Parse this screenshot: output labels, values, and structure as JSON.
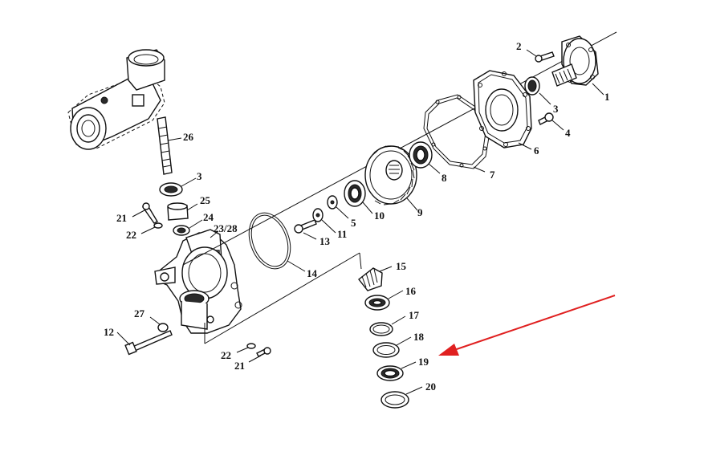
{
  "labels": {
    "l1": "1",
    "l2": "2",
    "l3a": "3",
    "l3b": "3",
    "l4": "4",
    "l5": "5",
    "l6": "6",
    "l7": "7",
    "l8": "8",
    "l9": "9",
    "l10": "10",
    "l11": "11",
    "l12": "12",
    "l13": "13",
    "l14": "14",
    "l15": "15",
    "l16": "16",
    "l17": "17",
    "l18": "18",
    "l19": "19",
    "l20": "20",
    "l21a": "21",
    "l21b": "21",
    "l22a": "22",
    "l22b": "22",
    "l23": "23/28",
    "l24": "24",
    "l25": "25",
    "l26": "26",
    "l27": "27"
  },
  "colors": {
    "line": "#111111",
    "arrow": "#e02020",
    "background": "#ffffff"
  },
  "highlighted_part": "19"
}
